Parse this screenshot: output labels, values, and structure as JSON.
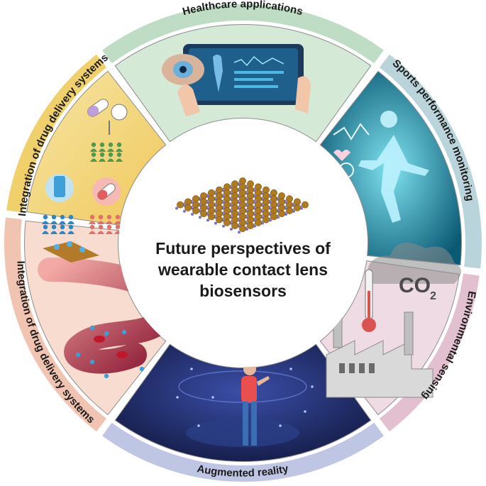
{
  "center": {
    "line1": "Future perspectives of",
    "line2": "wearable contact lens",
    "line3": "biosensors"
  },
  "segments": [
    {
      "id": "healthcare",
      "label": "Healthcare applications",
      "color": "#cfe6d2",
      "band": "#bfdcc4"
    },
    {
      "id": "sports",
      "label": "Sports performance monitoring",
      "color": "#c9dfe4",
      "band": "#b9d4da"
    },
    {
      "id": "environment",
      "label": "Environmental sensing",
      "color": "#ead0db",
      "band": "#e2c0cf"
    },
    {
      "id": "ar",
      "label": "Augmented reality",
      "color": "#cdd3ea",
      "band": "#bfc6e3"
    },
    {
      "id": "drug-lower",
      "label": "Integration of drug delivery systems",
      "color": "#f4d3c4",
      "band": "#f0c4b1"
    },
    {
      "id": "drug-upper",
      "label": "Integration of drug delivery systems",
      "color": "#f3dc8a",
      "band": "#f0d06a"
    }
  ],
  "icons": {
    "co2_text": "CO",
    "co2_sub": "2"
  }
}
